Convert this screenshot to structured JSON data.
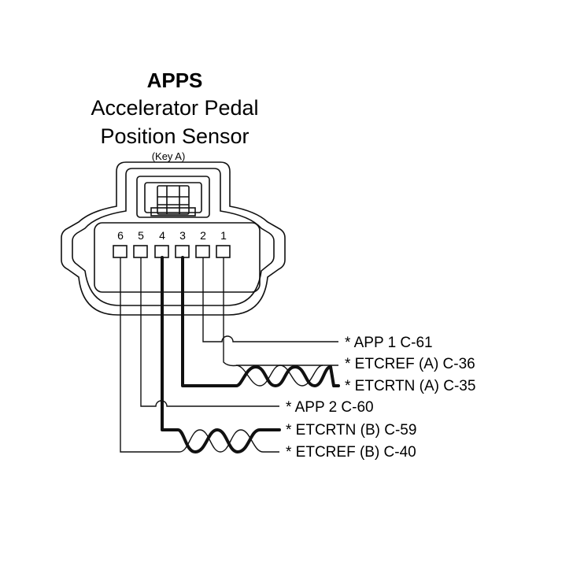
{
  "title": {
    "short": "APPS",
    "line1": "Accelerator Pedal",
    "line2": "Position Sensor",
    "key": "(Key A)"
  },
  "pins": [
    "6",
    "5",
    "4",
    "3",
    "2",
    "1"
  ],
  "wires": [
    {
      "label": "* APP 1 C-61",
      "pin": "2"
    },
    {
      "label": "* ETCREF (A) C-36",
      "pin": "1"
    },
    {
      "label": "* ETCRTN (A) C-35",
      "pin": "3"
    },
    {
      "label": "* APP 2 C-60",
      "pin": "5"
    },
    {
      "label": "* ETCRTN (B) C-59",
      "pin": "4"
    },
    {
      "label": "* ETCREF (B) C-40",
      "pin": "6"
    }
  ]
}
